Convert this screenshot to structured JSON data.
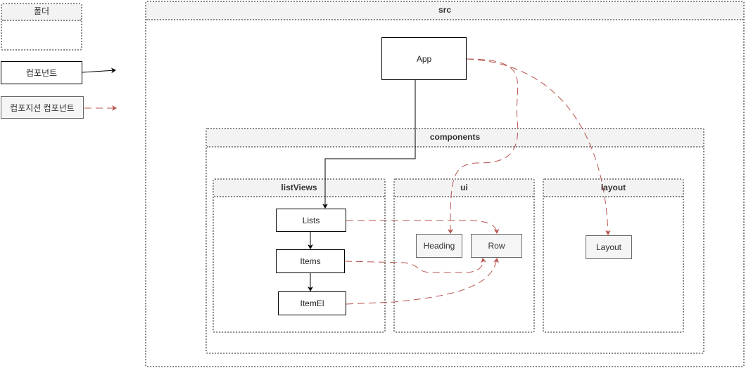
{
  "legend": {
    "folder_label": "폴더",
    "component_label": "컴포넌트",
    "composition_label": "컴포지션 컴포넌트"
  },
  "folders": {
    "src": "src",
    "components": "components",
    "listViews": "listViews",
    "ui": "ui",
    "layout": "layout"
  },
  "nodes": {
    "app": "App",
    "lists": "Lists",
    "items": "Items",
    "itemEl": "ItemEl",
    "heading": "Heading",
    "row": "Row",
    "layout": "Layout"
  },
  "edges": {
    "solid": [
      {
        "from": "App",
        "to": "Lists"
      },
      {
        "from": "Lists",
        "to": "Items"
      },
      {
        "from": "Items",
        "to": "ItemEl"
      }
    ],
    "composition": [
      {
        "from": "App",
        "to": "Heading"
      },
      {
        "from": "App",
        "to": "Layout"
      },
      {
        "from": "Lists",
        "to": "Row"
      },
      {
        "from": "Items",
        "to": "Row"
      },
      {
        "from": "ItemEl",
        "to": "Row"
      }
    ]
  },
  "colors": {
    "solid_edge": "#000000",
    "composition_edge": "#b85450",
    "folder_border": "#888888",
    "folder_header_bg": "#f3f3f3"
  }
}
